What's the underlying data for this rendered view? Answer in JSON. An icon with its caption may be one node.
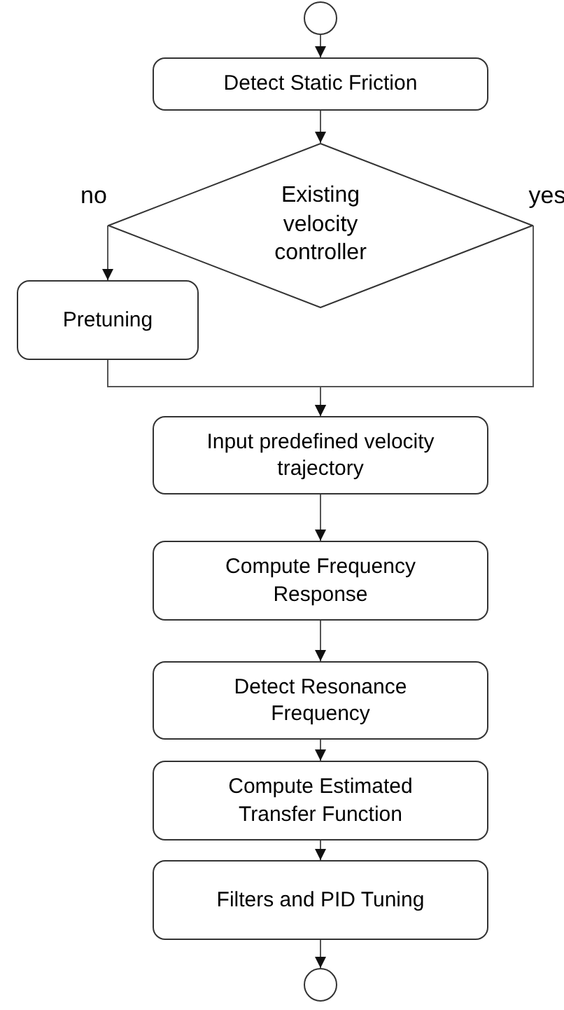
{
  "diagram": {
    "nodes": [
      {
        "text": [],
        "shape": "circle"
      },
      {
        "text": [
          "Detect Static Friction"
        ]
      },
      {
        "text": [
          "Existing velocity controller"
        ]
      },
      {
        "text": [
          "Pretuning"
        ]
      },
      {
        "text": [
          "Input predefined velocity trajectory"
        ]
      },
      {
        "text": [
          "Compute Frequency Response"
        ]
      },
      {
        "text": [
          "Detect Resonance Frequency"
        ]
      },
      {
        "text": [
          "Compute Estimated Transfer Function"
        ]
      },
      {
        "text": [
          "Filters and PID Tuning"
        ]
      },
      {
        "text": [],
        "shape": "circle"
      }
    ],
    "edges": [
      {
        "from": 0,
        "to": 1,
        "arrow": "to"
      },
      {
        "from": 1,
        "to": 2,
        "arrow": "to"
      },
      {
        "from": 2,
        "to": 3,
        "arrow": "to",
        "label": "no"
      },
      {
        "from": 2,
        "to": 4,
        "arrow": "to",
        "label": "yes"
      },
      {
        "from": 3,
        "to": 4,
        "arrow": "to"
      },
      {
        "from": 4,
        "to": 5,
        "arrow": "to"
      },
      {
        "from": 5,
        "to": 6,
        "arrow": "to"
      },
      {
        "from": 6,
        "to": 7,
        "arrow": "to"
      },
      {
        "from": 7,
        "to": 8,
        "arrow": "to"
      },
      {
        "from": 8,
        "to": 9,
        "arrow": "to"
      }
    ]
  }
}
